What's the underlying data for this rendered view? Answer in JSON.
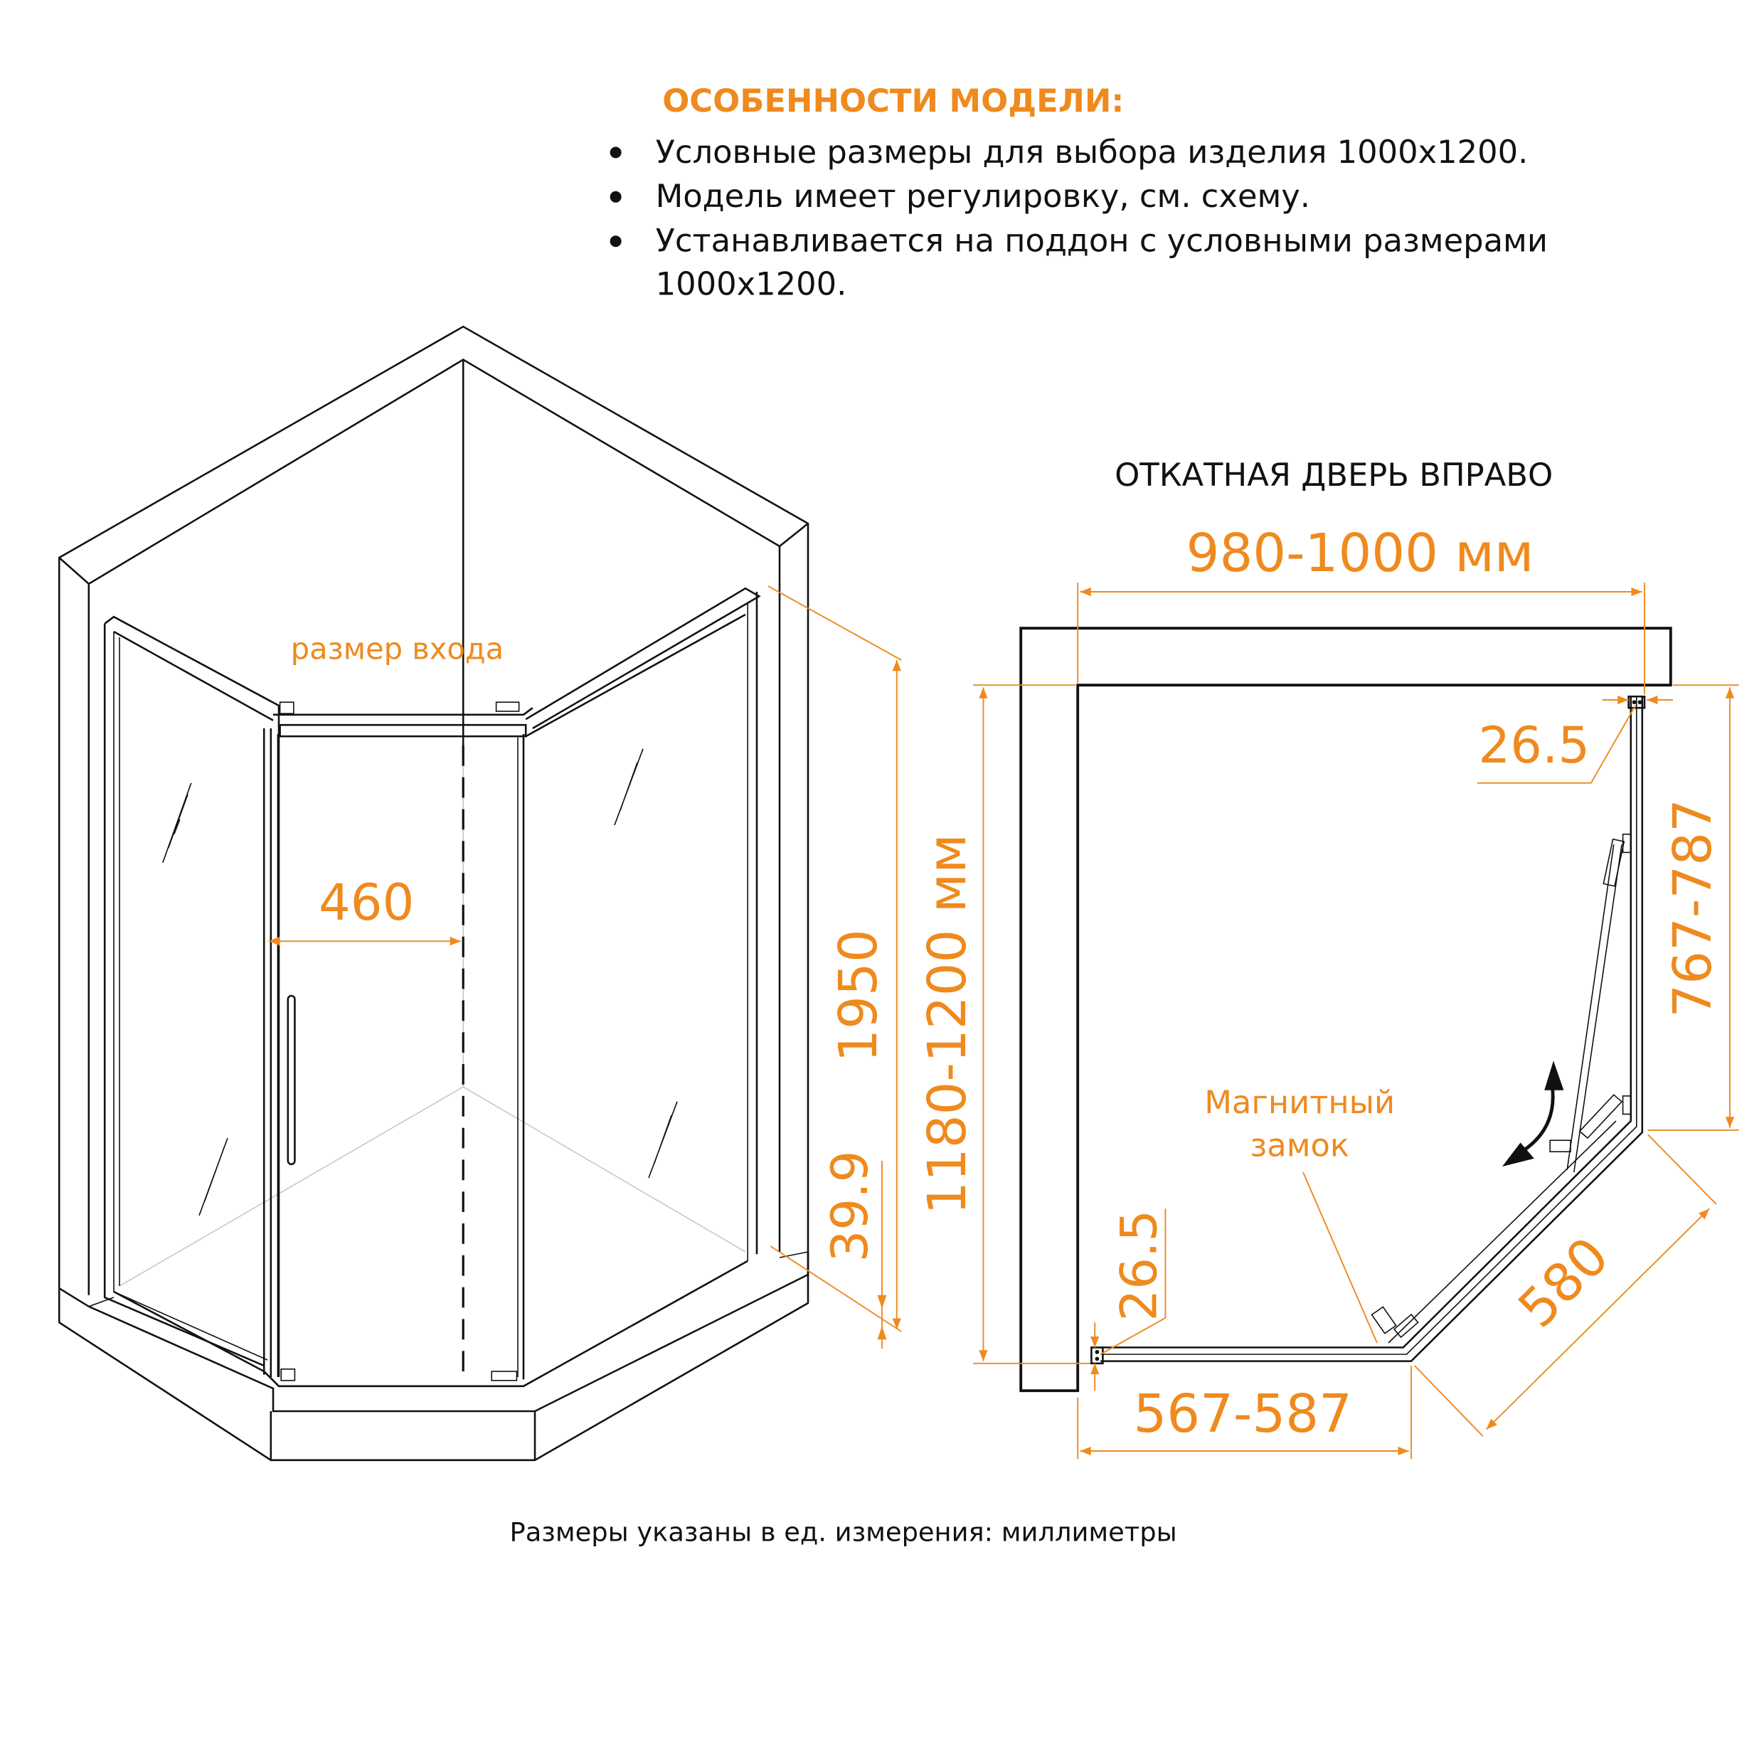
{
  "features": {
    "title": "ОСОБЕННОСТИ МОДЕЛИ:",
    "bullets": [
      "Условные размеры для выбора изделия 1000х1200.",
      "Модель имеет регулировку, см. схему.",
      "Устанавливается на поддон с условными размерами",
      "1000х1200."
    ]
  },
  "perspective_view": {
    "entrance_label": "размер входа",
    "entrance_width": "460",
    "height": "1950",
    "tray_offset": "39.9"
  },
  "plan_view": {
    "title": "ОТКАТНАЯ ДВЕРЬ ВПРАВО",
    "width_range": "980-1000 мм",
    "depth_range": "1180-1200 мм",
    "side_range": "767-787",
    "front_range": "567-587",
    "diagonal": "580",
    "profile_top": "26.5",
    "profile_left": "26.5",
    "lock_label_line1": "Магнитный",
    "lock_label_line2": "замок"
  },
  "footer": {
    "note": "Размеры указаны в ед. измерения: миллиметры"
  },
  "colors": {
    "accent": "#ef8a1e",
    "line": "#111111"
  }
}
